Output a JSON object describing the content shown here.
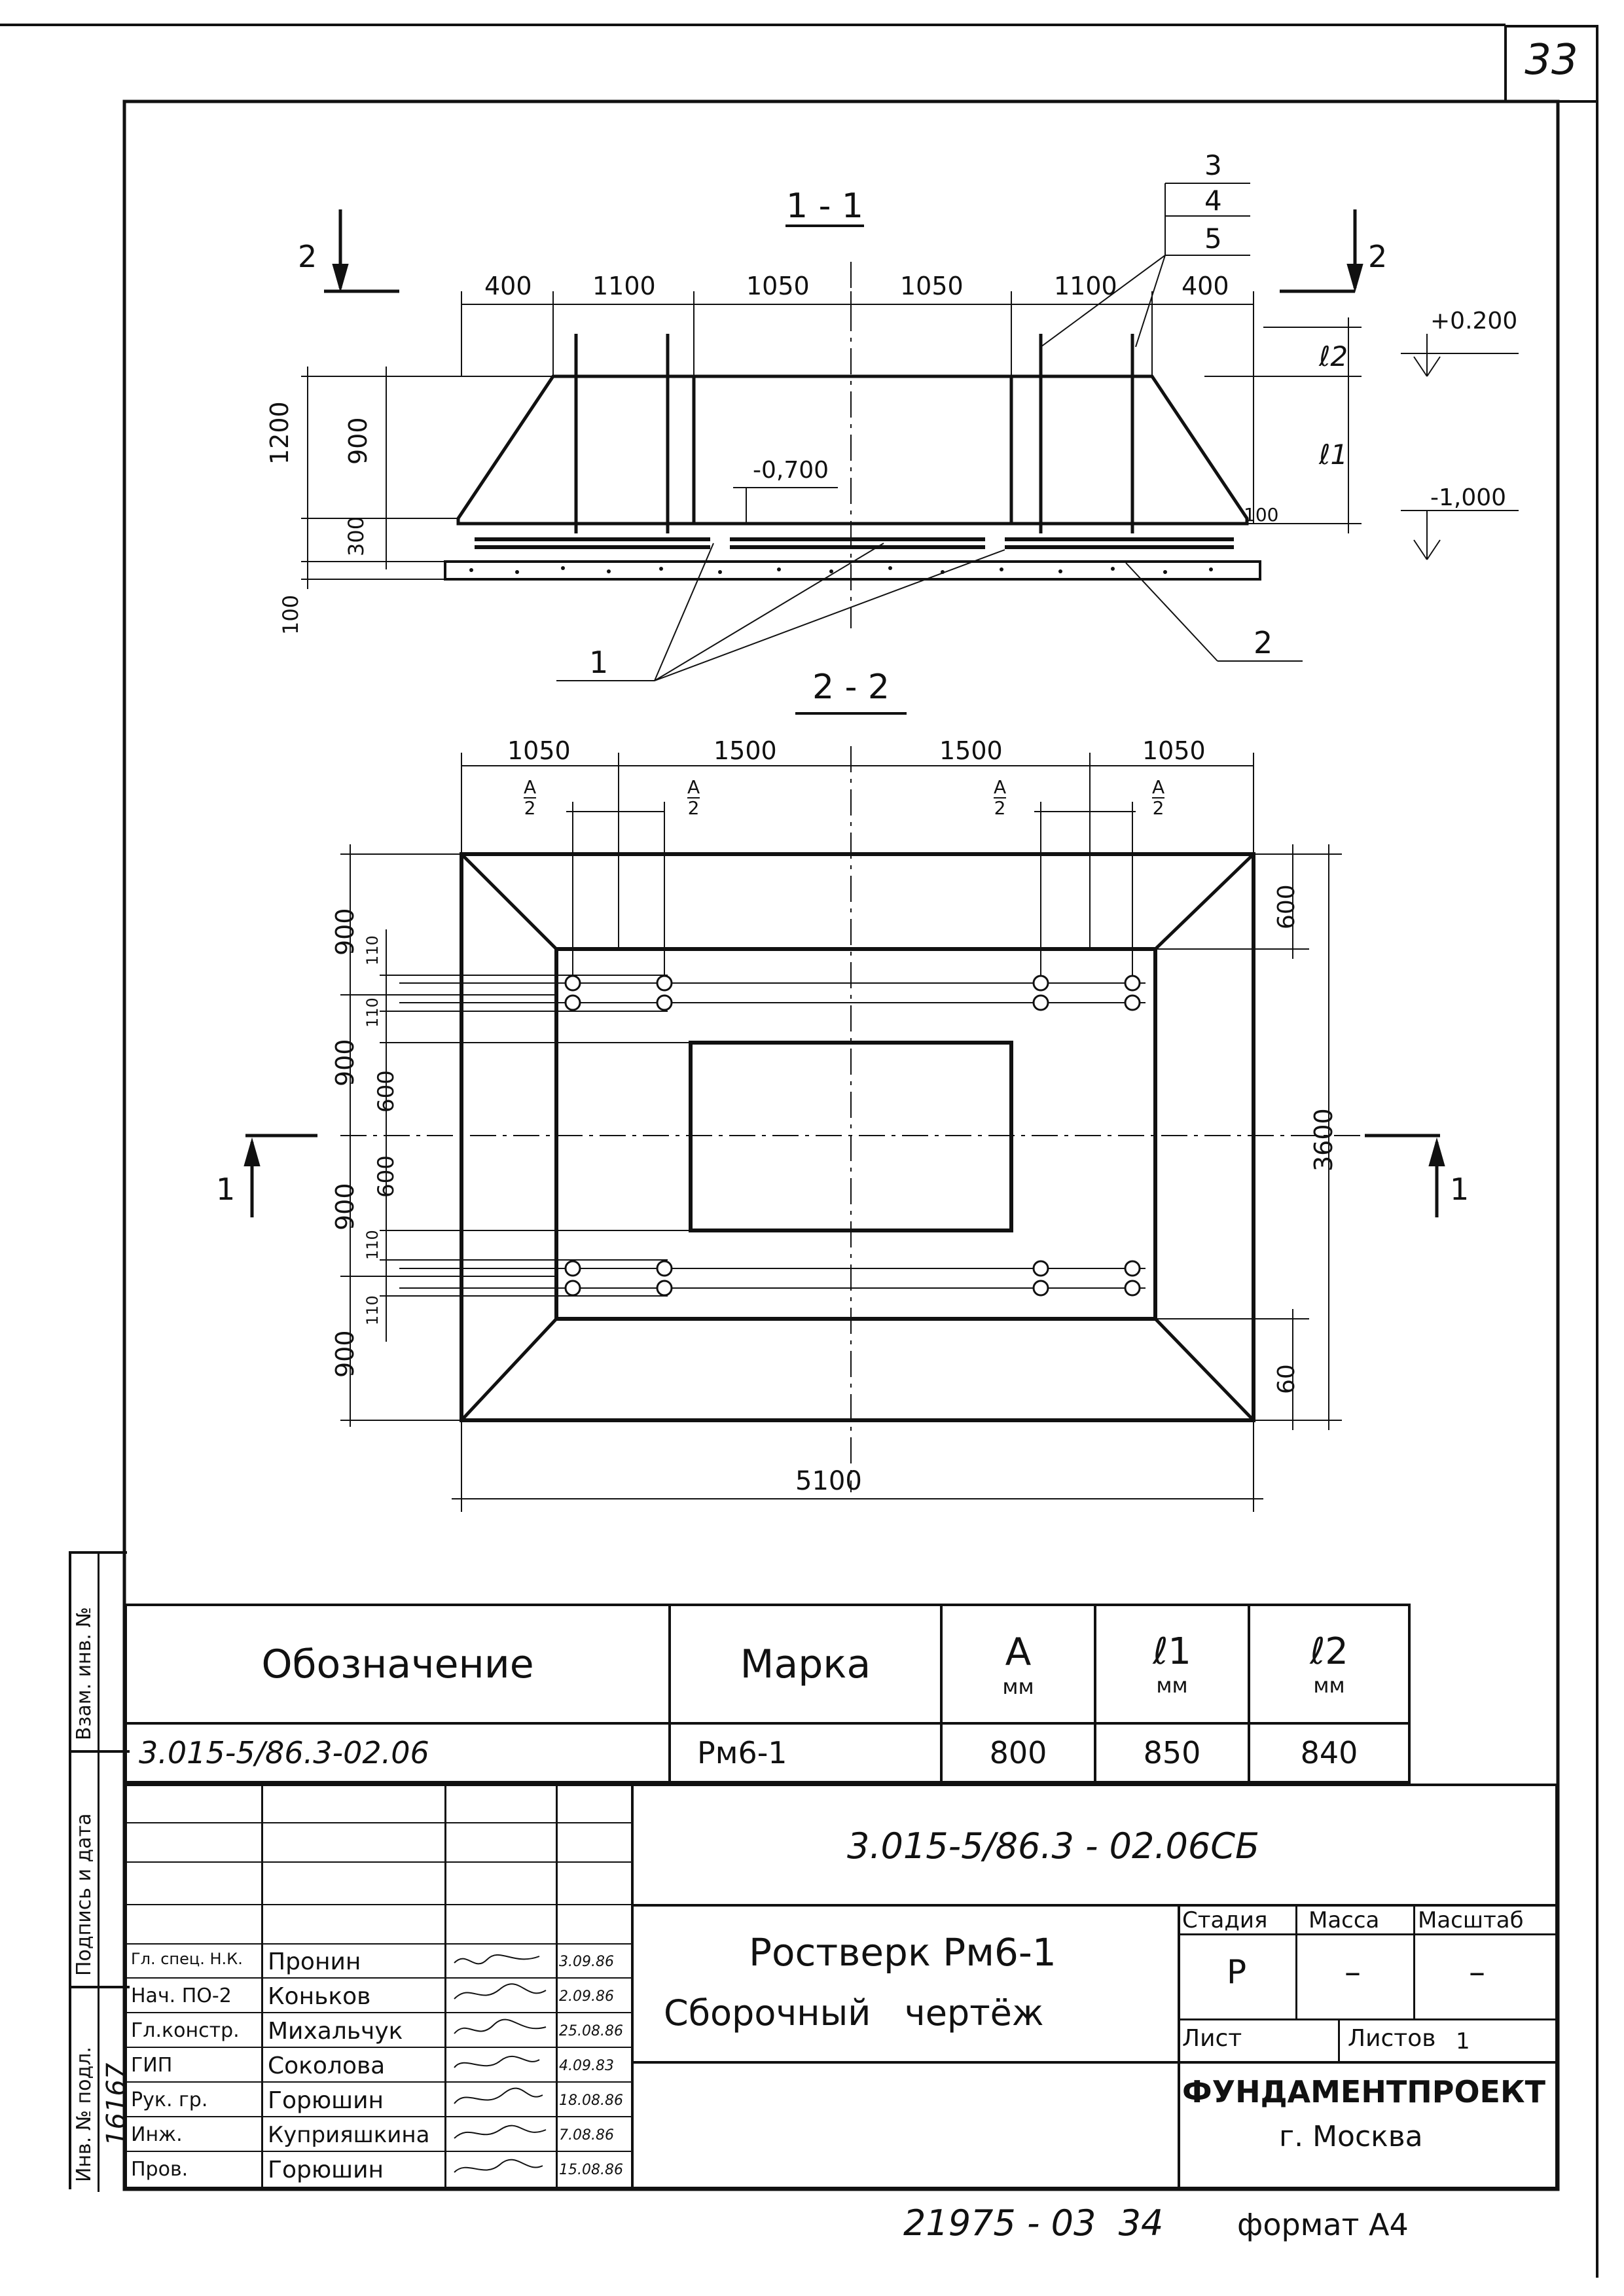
{
  "sheet": {
    "number": "33",
    "footer_code": "21975 - 03  34",
    "format": "формат A4"
  },
  "section_1_1": {
    "title": "1 - 1",
    "top_dims": [
      "400",
      "1100",
      "1050",
      "1050",
      "1100",
      "400"
    ],
    "left_dims": [
      "1200",
      "900",
      "300",
      "100"
    ],
    "right_dims": [
      "ℓ2",
      "ℓ1",
      "100"
    ],
    "levels": [
      "+0.200",
      "-0,700",
      "-1,000"
    ],
    "leaders": [
      "3",
      "4",
      "5",
      "1",
      "2"
    ],
    "cut_marks": [
      "2",
      "2"
    ]
  },
  "section_2_2": {
    "title": "2 - 2",
    "top_dims": [
      "1050",
      "1500",
      "1500",
      "1050"
    ],
    "half_a": [
      "A",
      "2",
      "A",
      "2",
      "A",
      "2",
      "A",
      "2"
    ],
    "left_dims": [
      "900",
      "900",
      "900",
      "900",
      "110",
      "110",
      "600",
      "600",
      "110",
      "110"
    ],
    "right_dims": [
      "600",
      "3600",
      "60"
    ],
    "bottom_dim": "5100",
    "cut_marks": [
      "1",
      "1"
    ]
  },
  "spec_table": {
    "headers": [
      "Обозначение",
      "Марка",
      "A",
      "ℓ1",
      "ℓ2"
    ],
    "units": [
      "мм",
      "мм",
      "мм"
    ],
    "row": {
      "designation": "3.015-5/86.3-02.06",
      "mark": "Pм6-1",
      "a": "800",
      "l1": "850",
      "l2": "840"
    }
  },
  "side_strip": [
    "Взам. инв. №",
    "Подпись и дата",
    "Инв. № подл.",
    "16167"
  ],
  "title_block": {
    "doc_code": "3.015-5/86.3 - 02.06СБ",
    "title_line1": "Ростверк Рм6-1",
    "title_line2": "Сборочный   чертёж",
    "stage_label": "Стадия",
    "mass_label": "Масса",
    "scale_label": "Масштаб",
    "stage": "Р",
    "mass": "–",
    "scale": "–",
    "sheet_label": "Лист",
    "sheets_label": "Листов",
    "sheets": "1",
    "org": "ФУНДАМЕНТПРОЕКТ",
    "city": "г. Москва",
    "signers": [
      {
        "role": "Гл. спец. Н.К.",
        "name": "Пронин",
        "date": "3.09.86"
      },
      {
        "role": "Нач. ПО-2",
        "name": "Коньков",
        "date": "2.09.86"
      },
      {
        "role": "Гл.констр.",
        "name": "Михальчук",
        "date": "25.08.86"
      },
      {
        "role": "ГИП",
        "name": "Соколова",
        "date": "4.09.83"
      },
      {
        "role": "Рук. гр.",
        "name": "Горюшин",
        "date": "18.08.86"
      },
      {
        "role": "Инж.",
        "name": "Куприяшкина",
        "date": "7.08.86"
      },
      {
        "role": "Пров.",
        "name": "Горюшин",
        "date": "15.08.86"
      }
    ]
  }
}
